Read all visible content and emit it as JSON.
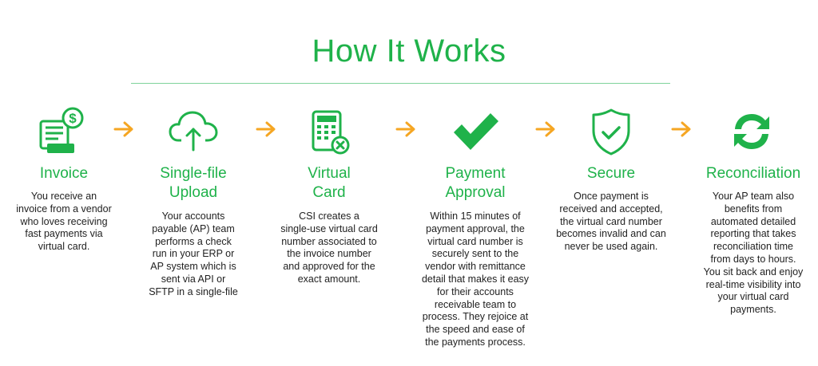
{
  "title": "How It Works",
  "colors": {
    "accent": "#1fb24a",
    "arrow": "#f5a623",
    "text": "#222222"
  },
  "steps": [
    {
      "icon": "invoice-dollar-icon",
      "title": "Invoice",
      "text": "You receive an\ninvoice from a vendor\nwho loves receiving\nfast payments via\nvirtual card."
    },
    {
      "icon": "cloud-upload-icon",
      "title": "Single-file\nUpload",
      "text": "Your accounts\npayable (AP) team\nperforms a check\nrun in your ERP or\nAP system which is\nsent via API or\nSFTP in a single-file"
    },
    {
      "icon": "virtual-card-icon",
      "title": "Virtual\nCard",
      "text": "CSI creates a\nsingle-use virtual card\nnumber associated to\nthe invoice number\nand approved for the\nexact amount."
    },
    {
      "icon": "checkmark-icon",
      "title": "Payment\nApproval",
      "text": "Within 15 minutes of\npayment approval, the\nvirtual card number is\nsecurely sent to the\nvendor with remittance\ndetail that makes it easy\nfor their accounts\nreceivable team to\nprocess. They rejoice at\nthe speed and ease of\nthe payments process."
    },
    {
      "icon": "shield-check-icon",
      "title": "Secure",
      "text": "Once payment is\nreceived and accepted,\nthe virtual card number\nbecomes invalid and can\nnever be used again."
    },
    {
      "icon": "sync-arrows-icon",
      "title": "Reconciliation",
      "text": "Your AP team also\nbenefits from\nautomated detailed\nreporting that takes\nreconciliation time\nfrom days to hours.\nYou sit back and enjoy\nreal-time visibility into\nyour virtual card\npayments."
    }
  ]
}
